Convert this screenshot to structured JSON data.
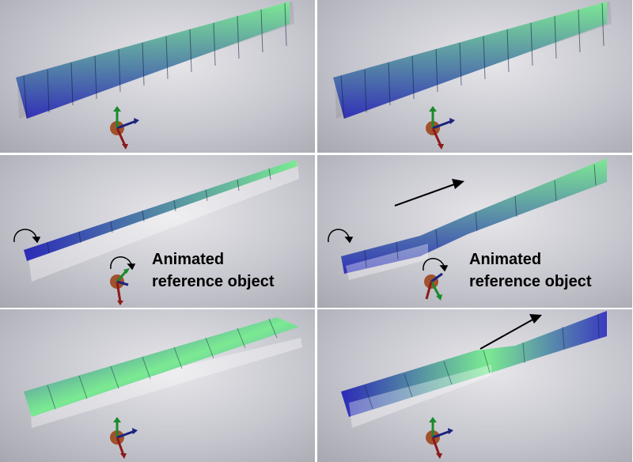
{
  "captions": {
    "middle_left": {
      "line1": "Animated",
      "line2": "reference object"
    },
    "middle_right": {
      "line1": "Animated",
      "line2": "reference object"
    }
  },
  "colors": {
    "slat_green": "#6fe08a",
    "slat_blue": "#2a2ab8",
    "axis_y": "#1a8a2a",
    "axis_x": "#1a237e",
    "axis_z": "#8b1a1a",
    "sphere": "#a0522d"
  },
  "icons": [
    "rotation-arrow-icon",
    "direction-arrow-icon",
    "axis-gizmo-icon"
  ]
}
